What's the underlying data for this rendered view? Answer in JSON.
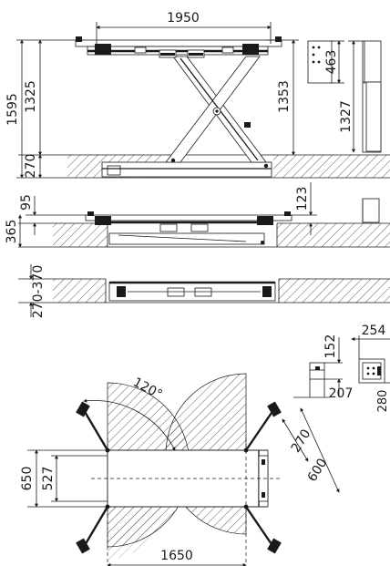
{
  "dimensions": {
    "top_width": "1950",
    "height_max": "1595",
    "height_platform": "1325",
    "base_height": "270",
    "right_height": "1353",
    "console_width": "463",
    "console_height": "1327",
    "low_height": "95",
    "low_total": "365",
    "low_offset": "123",
    "pit_depth": "270-370",
    "unit_height": "152",
    "unit_width": "254",
    "unit_depth": "207",
    "unit_side": "280",
    "angle": "120°",
    "arm_reach_short": "270",
    "arm_reach_long": "600",
    "plan_width": "650",
    "plan_inner": "527",
    "plan_length": "1650"
  }
}
